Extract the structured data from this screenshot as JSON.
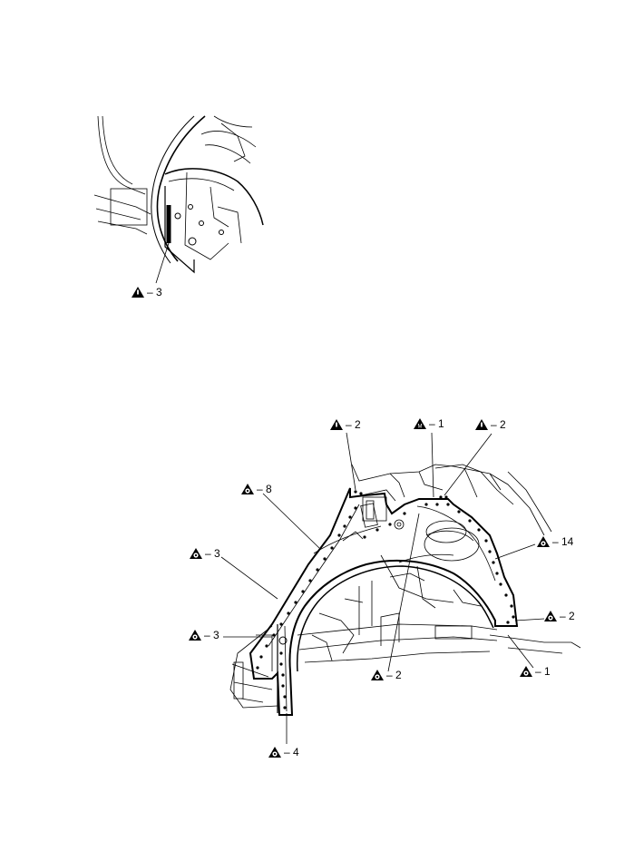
{
  "figure": {
    "top_view": {
      "callouts": [
        {
          "id": "top-weld-3",
          "symbol": "warning-triangle-icon",
          "label": "– 3"
        }
      ]
    },
    "bottom_view": {
      "callouts": [
        {
          "id": "weld-a-2-left",
          "symbol": "warning-triangle-icon",
          "label": "– 2"
        },
        {
          "id": "weld-m-1",
          "symbol": "weld-triangle-m-icon",
          "label": "– 1"
        },
        {
          "id": "weld-a-2-right",
          "symbol": "warning-triangle-icon",
          "label": "– 2"
        },
        {
          "id": "spot-8",
          "symbol": "spot-weld-icon",
          "label": "– 8"
        },
        {
          "id": "spot-14",
          "symbol": "spot-weld-icon",
          "label": "– 14"
        },
        {
          "id": "spot-3-upper",
          "symbol": "spot-weld-icon",
          "label": "– 3"
        },
        {
          "id": "spot-2-right",
          "symbol": "spot-weld-icon",
          "label": "– 2"
        },
        {
          "id": "spot-3-lower",
          "symbol": "spot-weld-icon",
          "label": "– 3"
        },
        {
          "id": "spot-1-right",
          "symbol": "spot-weld-icon",
          "label": "– 1"
        },
        {
          "id": "spot-2-bottom",
          "symbol": "spot-weld-icon",
          "label": "– 2"
        },
        {
          "id": "spot-4",
          "symbol": "spot-weld-icon",
          "label": "– 4"
        }
      ]
    }
  }
}
